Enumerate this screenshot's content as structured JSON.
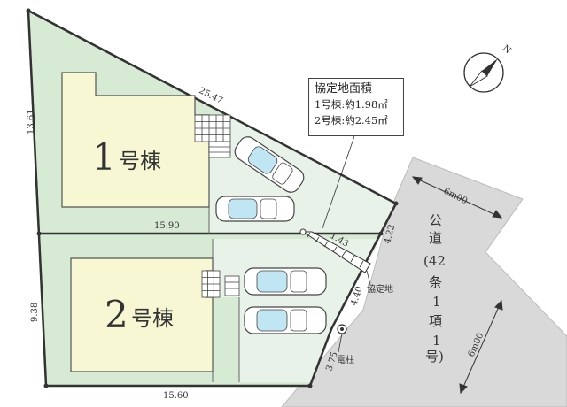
{
  "plots": [
    {
      "number": "1",
      "suffix": "号棟"
    },
    {
      "number": "2",
      "suffix": "号棟"
    }
  ],
  "dimensions": {
    "d1": "25.47",
    "d2": "13.61",
    "d3": "15.90",
    "d4": "9.38",
    "d5": "15.60",
    "d6": "1.43",
    "d7": "4.22",
    "d8": "4.40",
    "d9": "3.75"
  },
  "legend": {
    "title": "協定地面積",
    "row1": "1号棟:約1.98㎡",
    "row2": "2号棟:約2.45㎡"
  },
  "labels": {
    "kyoteichi": "協定地",
    "denchu": "電柱",
    "road_width_top": "6m00",
    "road_width_bottom": "6m00",
    "road_name_chars": [
      "公",
      "道",
      "(42",
      "条",
      "1",
      "項",
      "1",
      "号)"
    ],
    "north": "N"
  },
  "colors": {
    "lot": "#d6ead4",
    "driveway": "#e9f2e8",
    "house": "#f7f7d3",
    "road": "#d9d9d9"
  }
}
